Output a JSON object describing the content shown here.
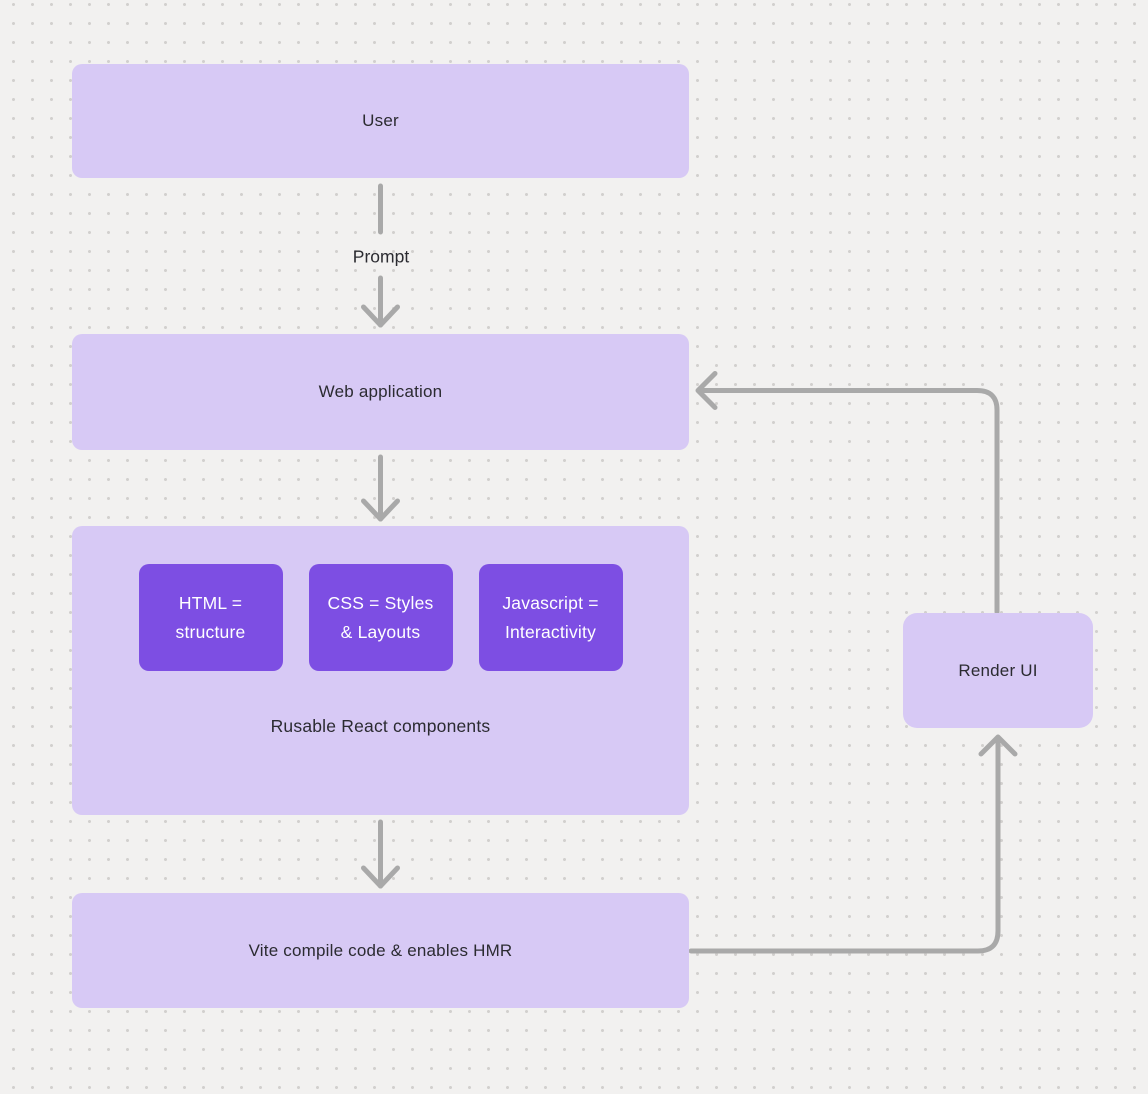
{
  "diagram": {
    "nodes": {
      "user": {
        "label": "User"
      },
      "web_application": {
        "label": "Web application"
      },
      "components_group": {
        "caption": "Rusable React components",
        "children": [
          {
            "lines": [
              "HTML =",
              "structure"
            ]
          },
          {
            "lines": [
              "CSS = Styles",
              "& Layouts"
            ]
          },
          {
            "lines": [
              "Javascript =",
              "Interactivity"
            ]
          }
        ]
      },
      "vite": {
        "label": "Vite compile code & enables HMR"
      },
      "render_ui": {
        "label": "Render UI"
      }
    },
    "edges": {
      "user_to_webapp_label": "Prompt"
    },
    "colors": {
      "background": "#f2f1f0",
      "dot_grid": "#d2d0ce",
      "node_fill": "#d7c9f5",
      "child_node_fill": "#7d4ee3",
      "arrow": "#a9a9a9",
      "text_dark": "#2b2b31",
      "text_light": "#ffffff"
    }
  }
}
